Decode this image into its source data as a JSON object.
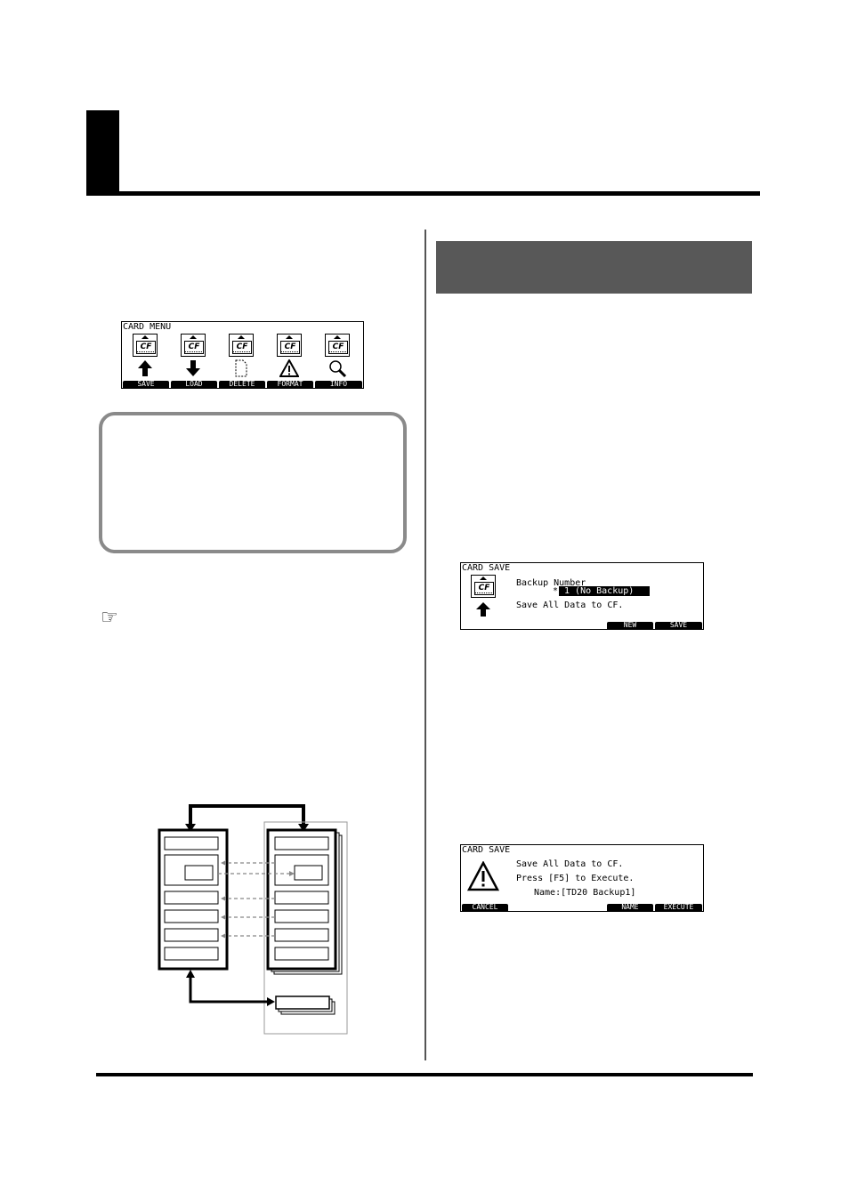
{
  "menu_screen": {
    "title": "CARD MENU",
    "card_label": "CF",
    "icons": [
      "upload-arrow-icon",
      "download-arrow-icon",
      "blank-page-icon",
      "warning-triangle-icon",
      "magnifier-icon"
    ],
    "fkeys": [
      "SAVE",
      "LOAD",
      "DELETE",
      "FORMAT",
      "INFO"
    ]
  },
  "save_screen_1": {
    "title": "CARD SAVE",
    "card_label": "CF",
    "line1": "Backup Number",
    "asterisk": "*",
    "selected_value": " 1 (No Backup)",
    "line3": "Save All Data to CF.",
    "fkeys": [
      "NEW",
      "SAVE"
    ]
  },
  "save_screen_2": {
    "title": "CARD SAVE",
    "line1": "Save All Data to CF.",
    "line2": "Press [F5] to Execute.",
    "line3": "Name:[TD20 Backup1]",
    "fkeys": [
      "CANCEL",
      "NAME",
      "EXECUTE"
    ]
  },
  "colors": {
    "section_bar": "#585858",
    "memo_border": "#8a8a8a",
    "diagram_dashed": "#888888"
  }
}
